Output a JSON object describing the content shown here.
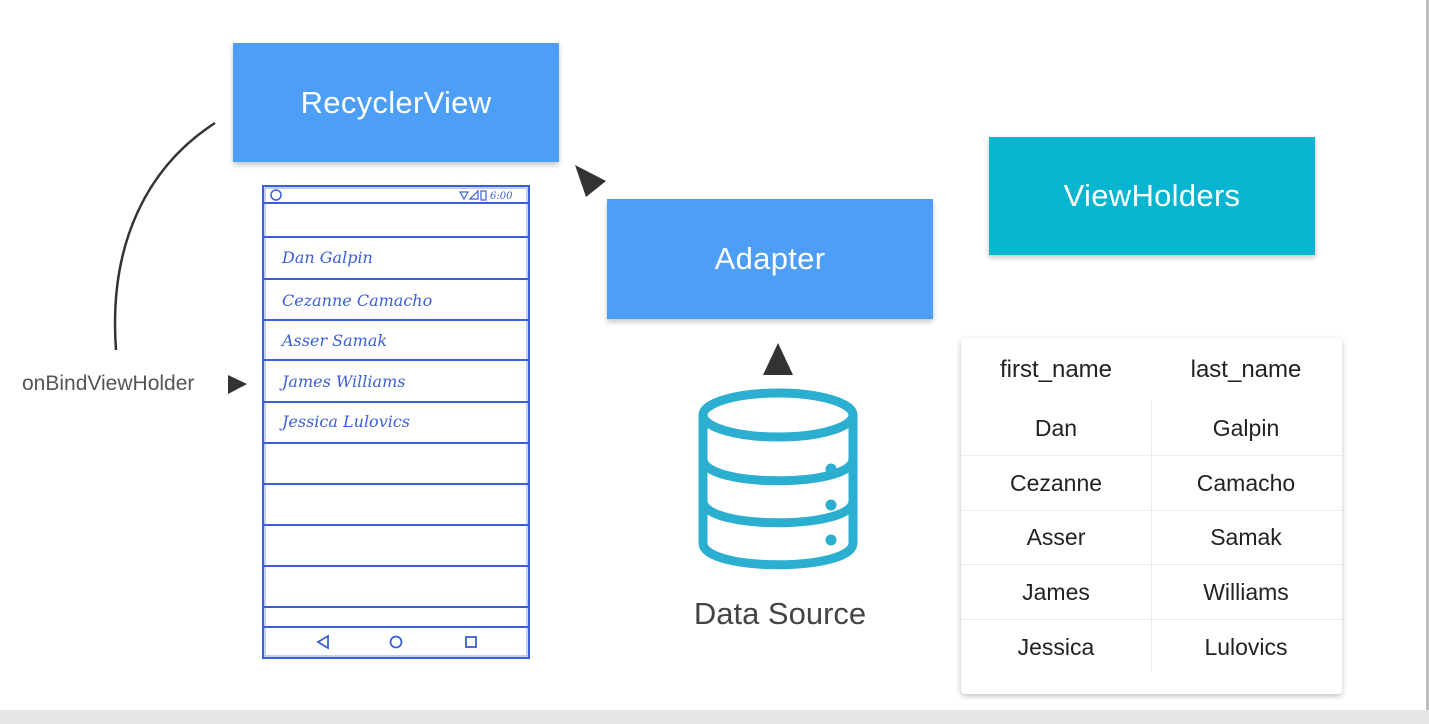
{
  "colors": {
    "recycler_box": "#4d9ef7",
    "adapter_box": "#4d9ef7",
    "viewholders_box": "#06b5cf",
    "phone_sketch": "#3a5fd8",
    "arrow": "#333333",
    "database": "#2bafd0"
  },
  "boxes": {
    "recycler_view": "RecyclerView",
    "adapter": "Adapter",
    "view_holders": "ViewHolders"
  },
  "labels": {
    "on_bind": "onBindViewHolder",
    "data_source": "Data Source"
  },
  "phone": {
    "status_time": "6:00",
    "names": [
      "Dan Galpin",
      "Cezanne Camacho",
      "Asser Samak",
      "James Williams",
      "Jessica Lulovics"
    ],
    "nav_icons": [
      "back-triangle-icon",
      "home-circle-icon",
      "recents-square-icon"
    ]
  },
  "table": {
    "headers": [
      "first_name",
      "last_name"
    ],
    "rows": [
      [
        "Dan",
        "Galpin"
      ],
      [
        "Cezanne",
        "Camacho"
      ],
      [
        "Asser",
        "Samak"
      ],
      [
        "James",
        "Williams"
      ],
      [
        "Jessica",
        "Lulovics"
      ]
    ]
  },
  "icons": {
    "data_source": "database-icon",
    "arrows": "triangle-arrow-icon"
  }
}
